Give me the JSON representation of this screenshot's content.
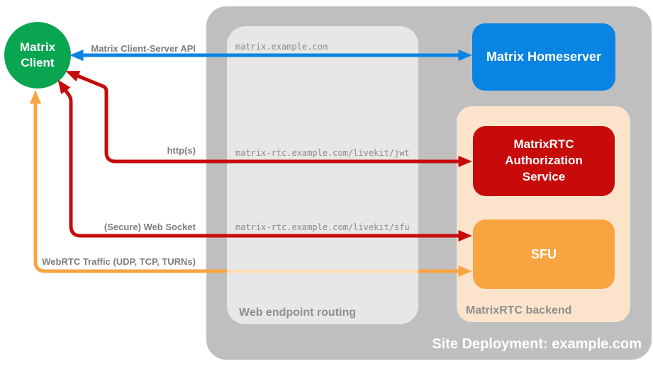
{
  "client": {
    "line1": "Matrix",
    "line2": "Client"
  },
  "site_container": {
    "label": "Site Deployment: example.com"
  },
  "routing_container": {
    "label": "Web endpoint routing",
    "endpoints": [
      "matrix.example.com",
      "matrix-rtc.example.com/livekit/jwt",
      "matrix-rtc.example.com/livekit/sfu"
    ]
  },
  "backend_container": {
    "label": "MatrixRTC backend"
  },
  "nodes": {
    "homeserver": {
      "label": "Matrix Homeserver",
      "color": "#0A84E2"
    },
    "auth_service": {
      "label": "MatrixRTC Authorization Service",
      "color": "#C70B0B"
    },
    "sfu": {
      "label": "SFU",
      "color": "#F9A440"
    }
  },
  "arrows": {
    "client_server_api": {
      "label": "Matrix Client-Server API",
      "color": "#0A84E2",
      "from": "Matrix Client",
      "to": "Matrix Homeserver",
      "bidirectional": true
    },
    "https": {
      "label": "http(s)",
      "color": "#C70B0B",
      "from": "Matrix Client",
      "to": "MatrixRTC Authorization Service",
      "bidirectional": true
    },
    "websocket": {
      "label": "(Secure) Web Socket",
      "color": "#C70B0B",
      "from": "Matrix Client",
      "to": "SFU",
      "bidirectional": true
    },
    "webrtc": {
      "label": "WebRTC Traffic (UDP, TCP, TURNs)",
      "color": "#F9A43F",
      "from": "Matrix Client",
      "to": "SFU",
      "bidirectional": true
    }
  },
  "colors": {
    "client_green": "#0AA551",
    "outer_gray": "#BFBFBF",
    "inner_gray": "#E5E5E5",
    "backend_peach": "#FCE4CC",
    "label_gray": "#7D7D7D"
  }
}
